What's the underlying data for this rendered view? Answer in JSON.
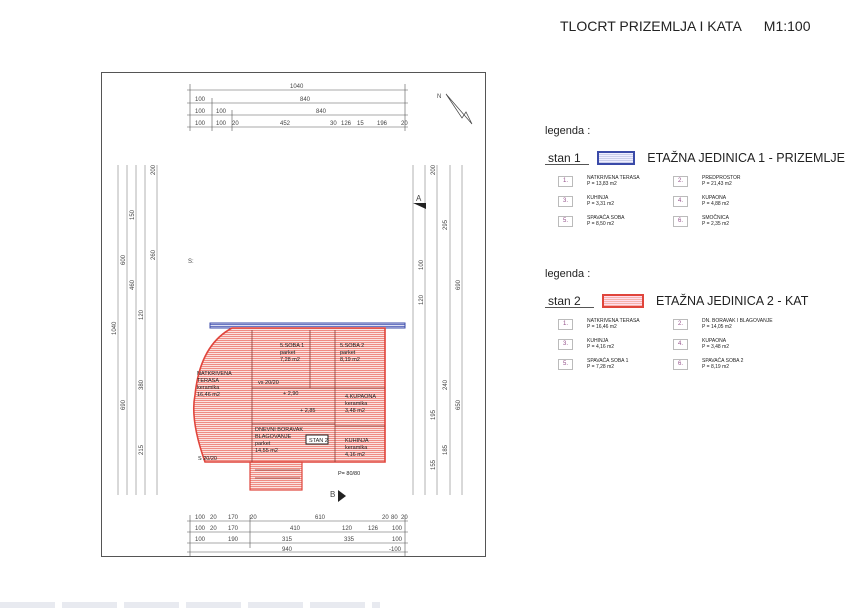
{
  "header": {
    "title": "TLOCRT PRIZEMLJA I KATA",
    "scale": "M1:100"
  },
  "plan": {
    "top_dims": {
      "r1": [
        "1040"
      ],
      "r2": [
        "100",
        "840"
      ],
      "r3": [
        "100",
        "100",
        "840"
      ],
      "r4": [
        "100",
        "100",
        "20",
        "452",
        "30",
        "126",
        "15",
        "196",
        "20"
      ]
    },
    "bottom_dims": {
      "r1": [
        "100",
        "20",
        "170",
        "20",
        "610",
        "20",
        "80",
        "20"
      ],
      "r2": [
        "100",
        "20",
        "170",
        "410",
        "120",
        "126",
        "100"
      ],
      "r3": [
        "100",
        "190",
        "315",
        "335",
        "100"
      ],
      "r4": [
        "940",
        "-100"
      ]
    },
    "side_dims": {
      "left": [
        "1040",
        "690",
        "600",
        "460",
        "200",
        "215",
        "380",
        "120",
        "260",
        "150"
      ],
      "right": [
        "200",
        "295",
        "690",
        "650",
        "240",
        "195",
        "185",
        "155",
        "120",
        "100"
      ]
    },
    "rooms": [
      {
        "name": "NATKRIVENA",
        "l2": "TERASA",
        "l3": "keramika",
        "area": "16,46 m2"
      },
      {
        "name": "5.SOBA 1",
        "l2": "parket",
        "area": "7,28 m2"
      },
      {
        "name": "5.SOBA 2",
        "l2": "parket",
        "area": "8,19 m2"
      },
      {
        "name": "4.KUPAONA",
        "l2": "keramika",
        "area": "3,48 m2"
      },
      {
        "name": "DNEVNI BORAVAK",
        "l2": "BLAGOVANJE",
        "l3": "parket",
        "area": "14,55 m2"
      },
      {
        "name": "KUHINJA",
        "l2": "keramika",
        "area": "4,16 m2"
      }
    ],
    "labels": {
      "stairs": "STAN 2",
      "section_a": "A",
      "section_b": "B",
      "s1": "S:",
      "s2": "S 20/20",
      "vs": "vs 20/20",
      "level": "+ 2,90",
      "level2": "+ 2,85",
      "p": "P= 80/80",
      "north": "N"
    }
  },
  "legend1": {
    "title": "legenda :",
    "stan": "stan 1",
    "unit": "ETAŽNA JEDINICA 1 - PRIZEMLJE",
    "colors": {
      "fill": "#c9cdea",
      "border": "#3a4aa8"
    },
    "items": [
      {
        "n": "1.",
        "name": "NATKRIVENA TERASA",
        "area": "P = 13,83 m2"
      },
      {
        "n": "2.",
        "name": "PREDPROSTOR",
        "area": "P = 21,43 m2"
      },
      {
        "n": "3.",
        "name": "KUHINJA",
        "area": "P = 3,31 m2"
      },
      {
        "n": "4.",
        "name": "KUPAONA",
        "area": "P = 4,88 m2"
      },
      {
        "n": "5.",
        "name": "SPAVAĆA SOBA",
        "area": "P = 8,50 m2"
      },
      {
        "n": "6.",
        "name": "SMOČNICA",
        "area": "P = 2,35 m2"
      }
    ]
  },
  "legend2": {
    "title": "legenda :",
    "stan": "stan 2",
    "unit": "ETAŽNA JEDINICA 2 - KAT",
    "colors": {
      "fill": "#f5b3ad",
      "border": "#e0453c"
    },
    "items": [
      {
        "n": "1.",
        "name": "NATKRIVENA TERASA",
        "area": "P = 16,46 m2"
      },
      {
        "n": "2.",
        "name": "DN. BORAVAK I BLAGOVANJE",
        "area": "P = 14,05 m2"
      },
      {
        "n": "3.",
        "name": "KUHINJA",
        "area": "P = 4,16 m2"
      },
      {
        "n": "4.",
        "name": "KUPAONA",
        "area": "P = 3,48 m2"
      },
      {
        "n": "5.",
        "name": "SPAVAĆA SOBA 1",
        "area": "P = 7,28 m2"
      },
      {
        "n": "6.",
        "name": "SPAVAĆA SOBA 2",
        "area": "P = 8,19 m2"
      }
    ]
  }
}
